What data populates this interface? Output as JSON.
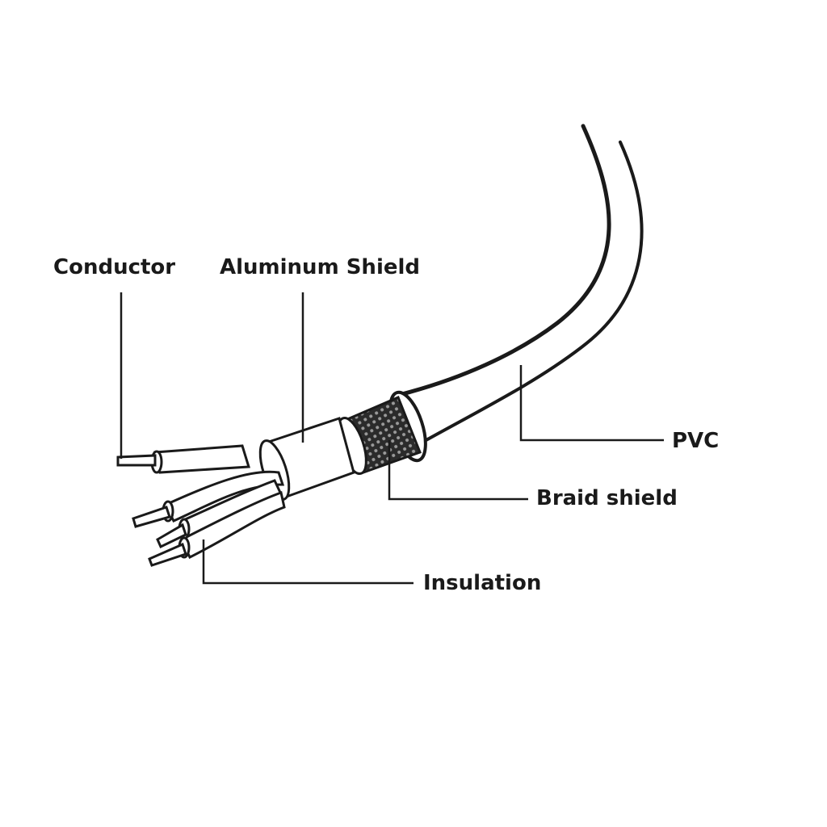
{
  "labels": {
    "conductor": "Conductor",
    "aluminum_shield": "Aluminum Shield",
    "pvc": "PVC",
    "braid_shield": "Braid shield",
    "insulation": "Insulation"
  },
  "colors": {
    "ink": "#1a1a1a",
    "background": "#ffffff",
    "braid_fill": "#2b2b2b"
  }
}
